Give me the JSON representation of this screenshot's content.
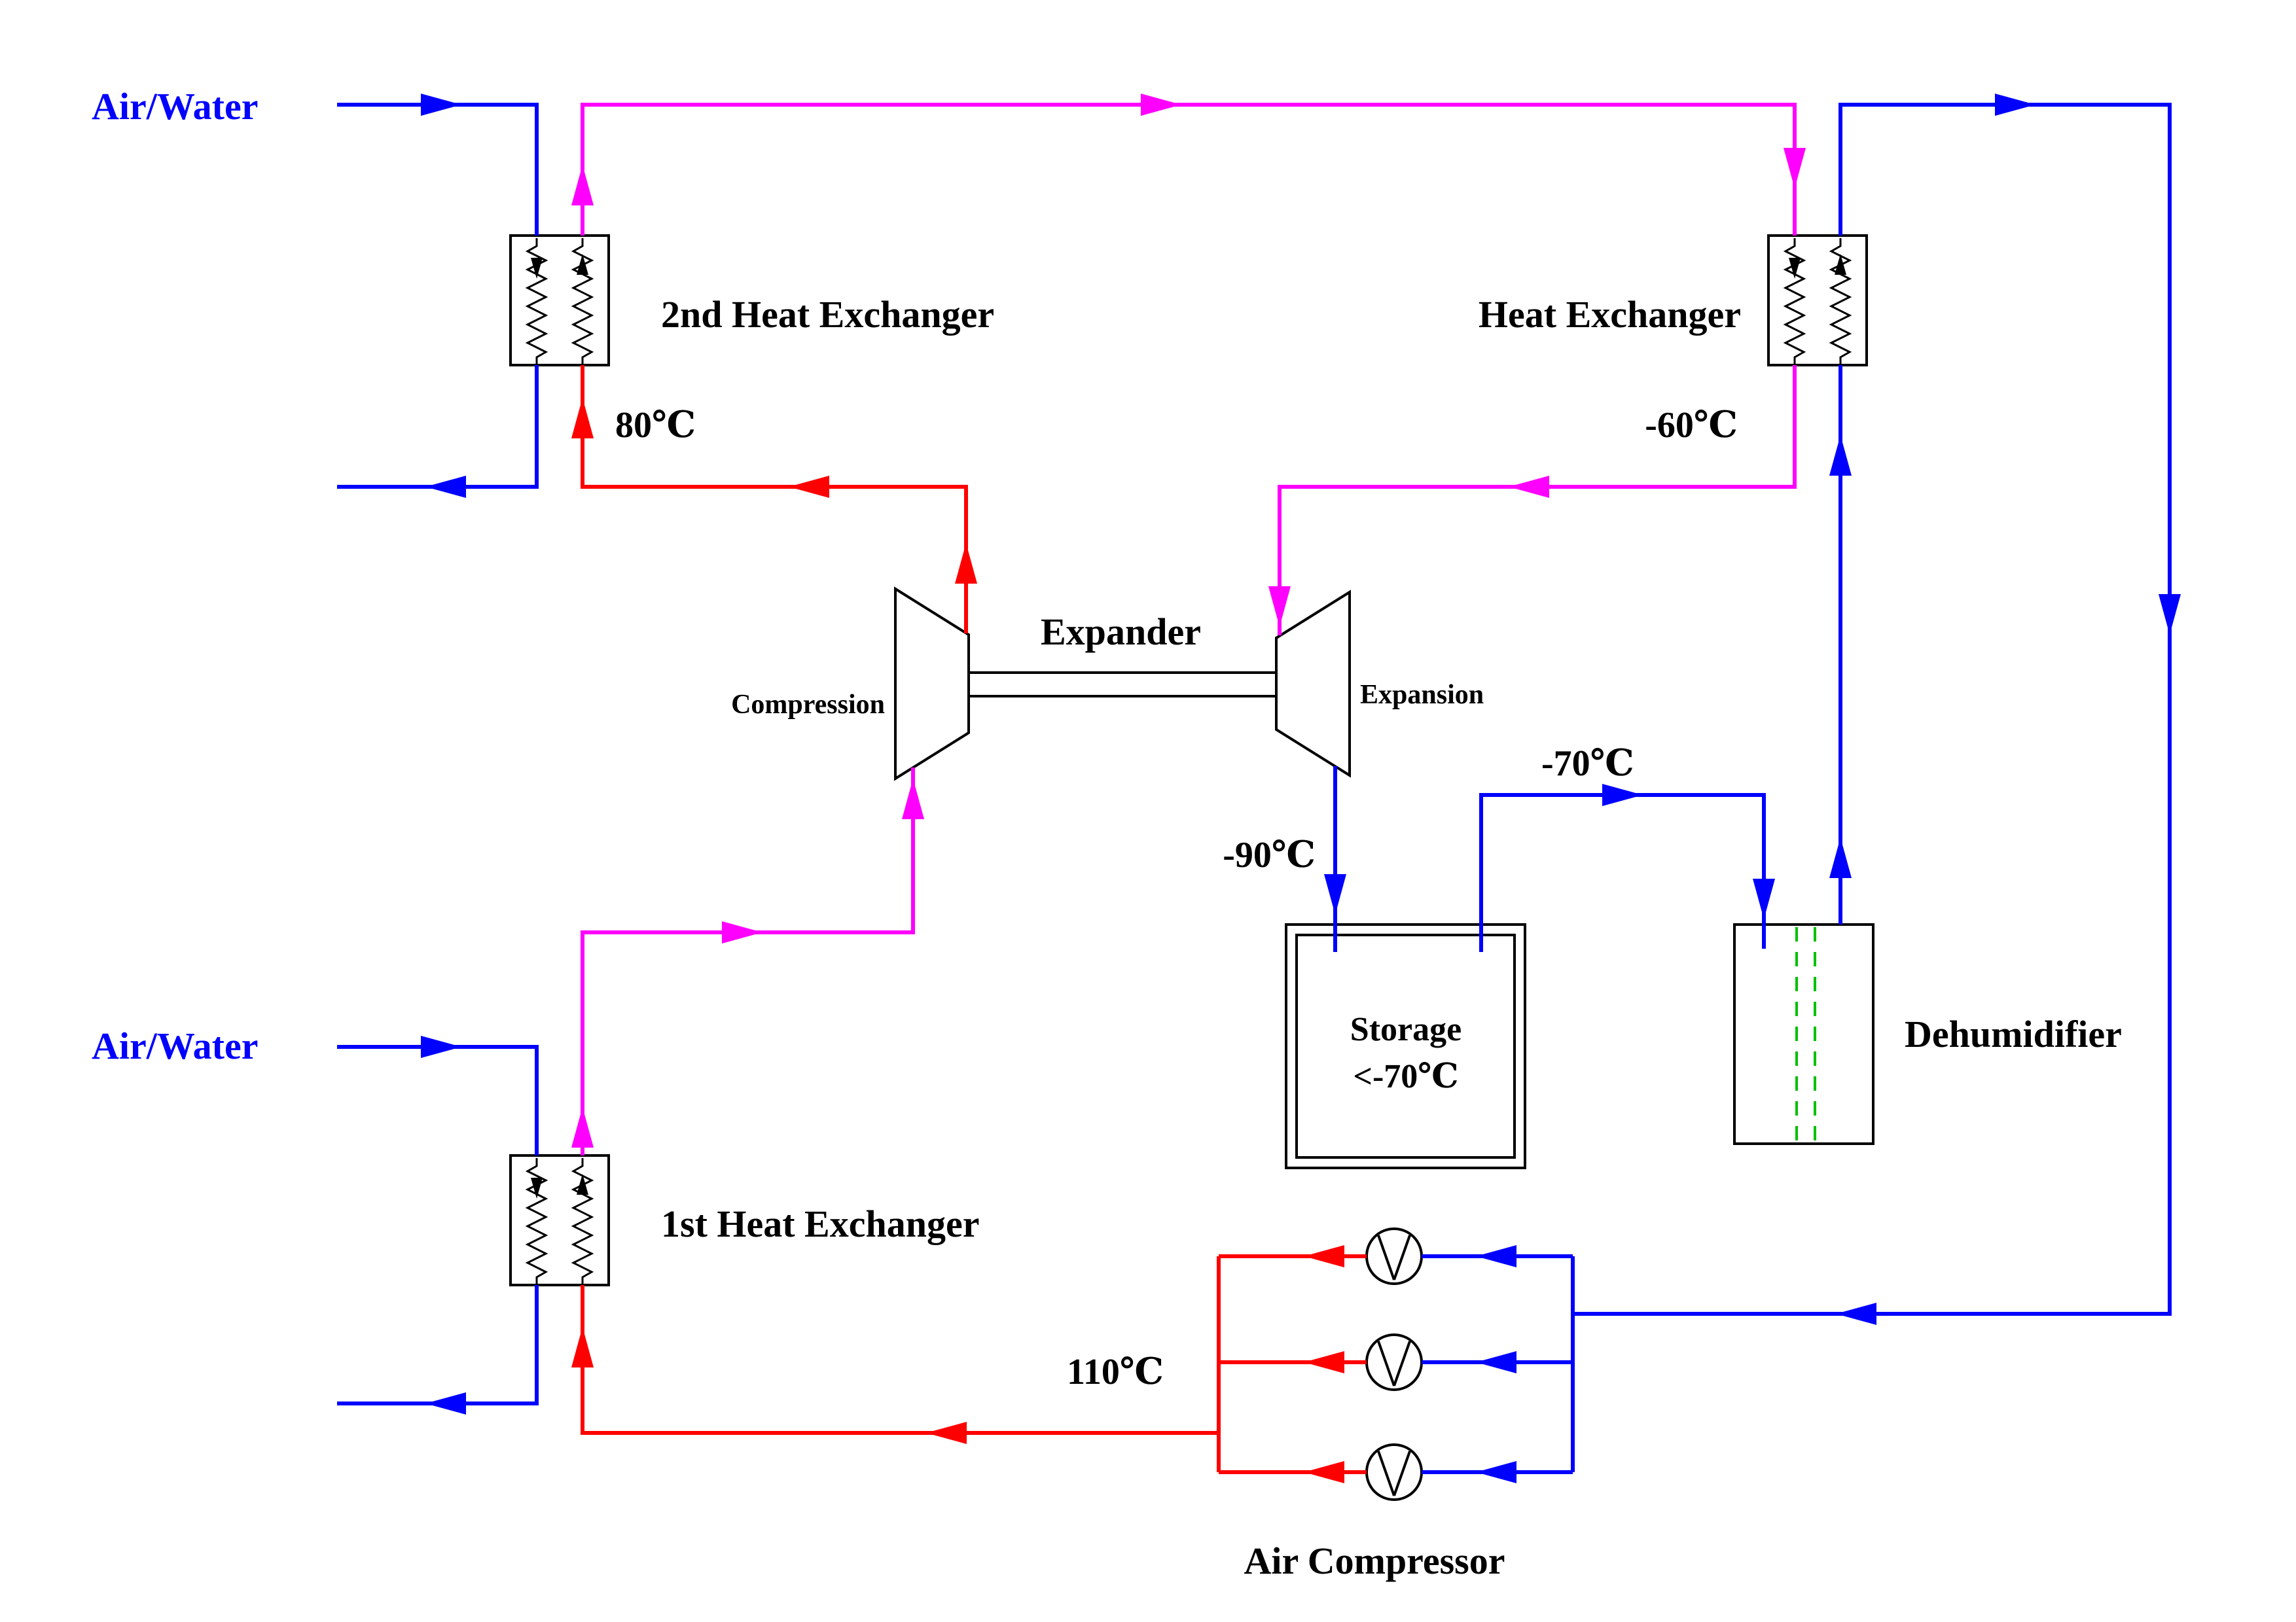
{
  "diagram": {
    "labels": {
      "air_water_top": "Air/Water",
      "air_water_bottom": "Air/Water",
      "hx_2nd": "2nd Heat Exchanger",
      "hx_right": "Heat Exchanger",
      "hx_1st": "1st Heat Exchanger",
      "expander": "Expander",
      "compression": "Compression",
      "expansion": "Expansion",
      "storage_line1": "Storage",
      "storage_line2": "<-70℃",
      "dehumidifier": "Dehumidifier",
      "air_compressor": "Air Compressor"
    },
    "temperatures": {
      "t80": "80℃",
      "t_minus60": "-60℃",
      "t_minus70": "-70℃",
      "t_minus90": "-90℃",
      "t110": "110℃"
    },
    "colors": {
      "water": "#0000ff",
      "hot_air": "#ff0000",
      "warm_air": "#ff00ff",
      "desiccant": "#00c000",
      "line_black": "#000000"
    }
  }
}
